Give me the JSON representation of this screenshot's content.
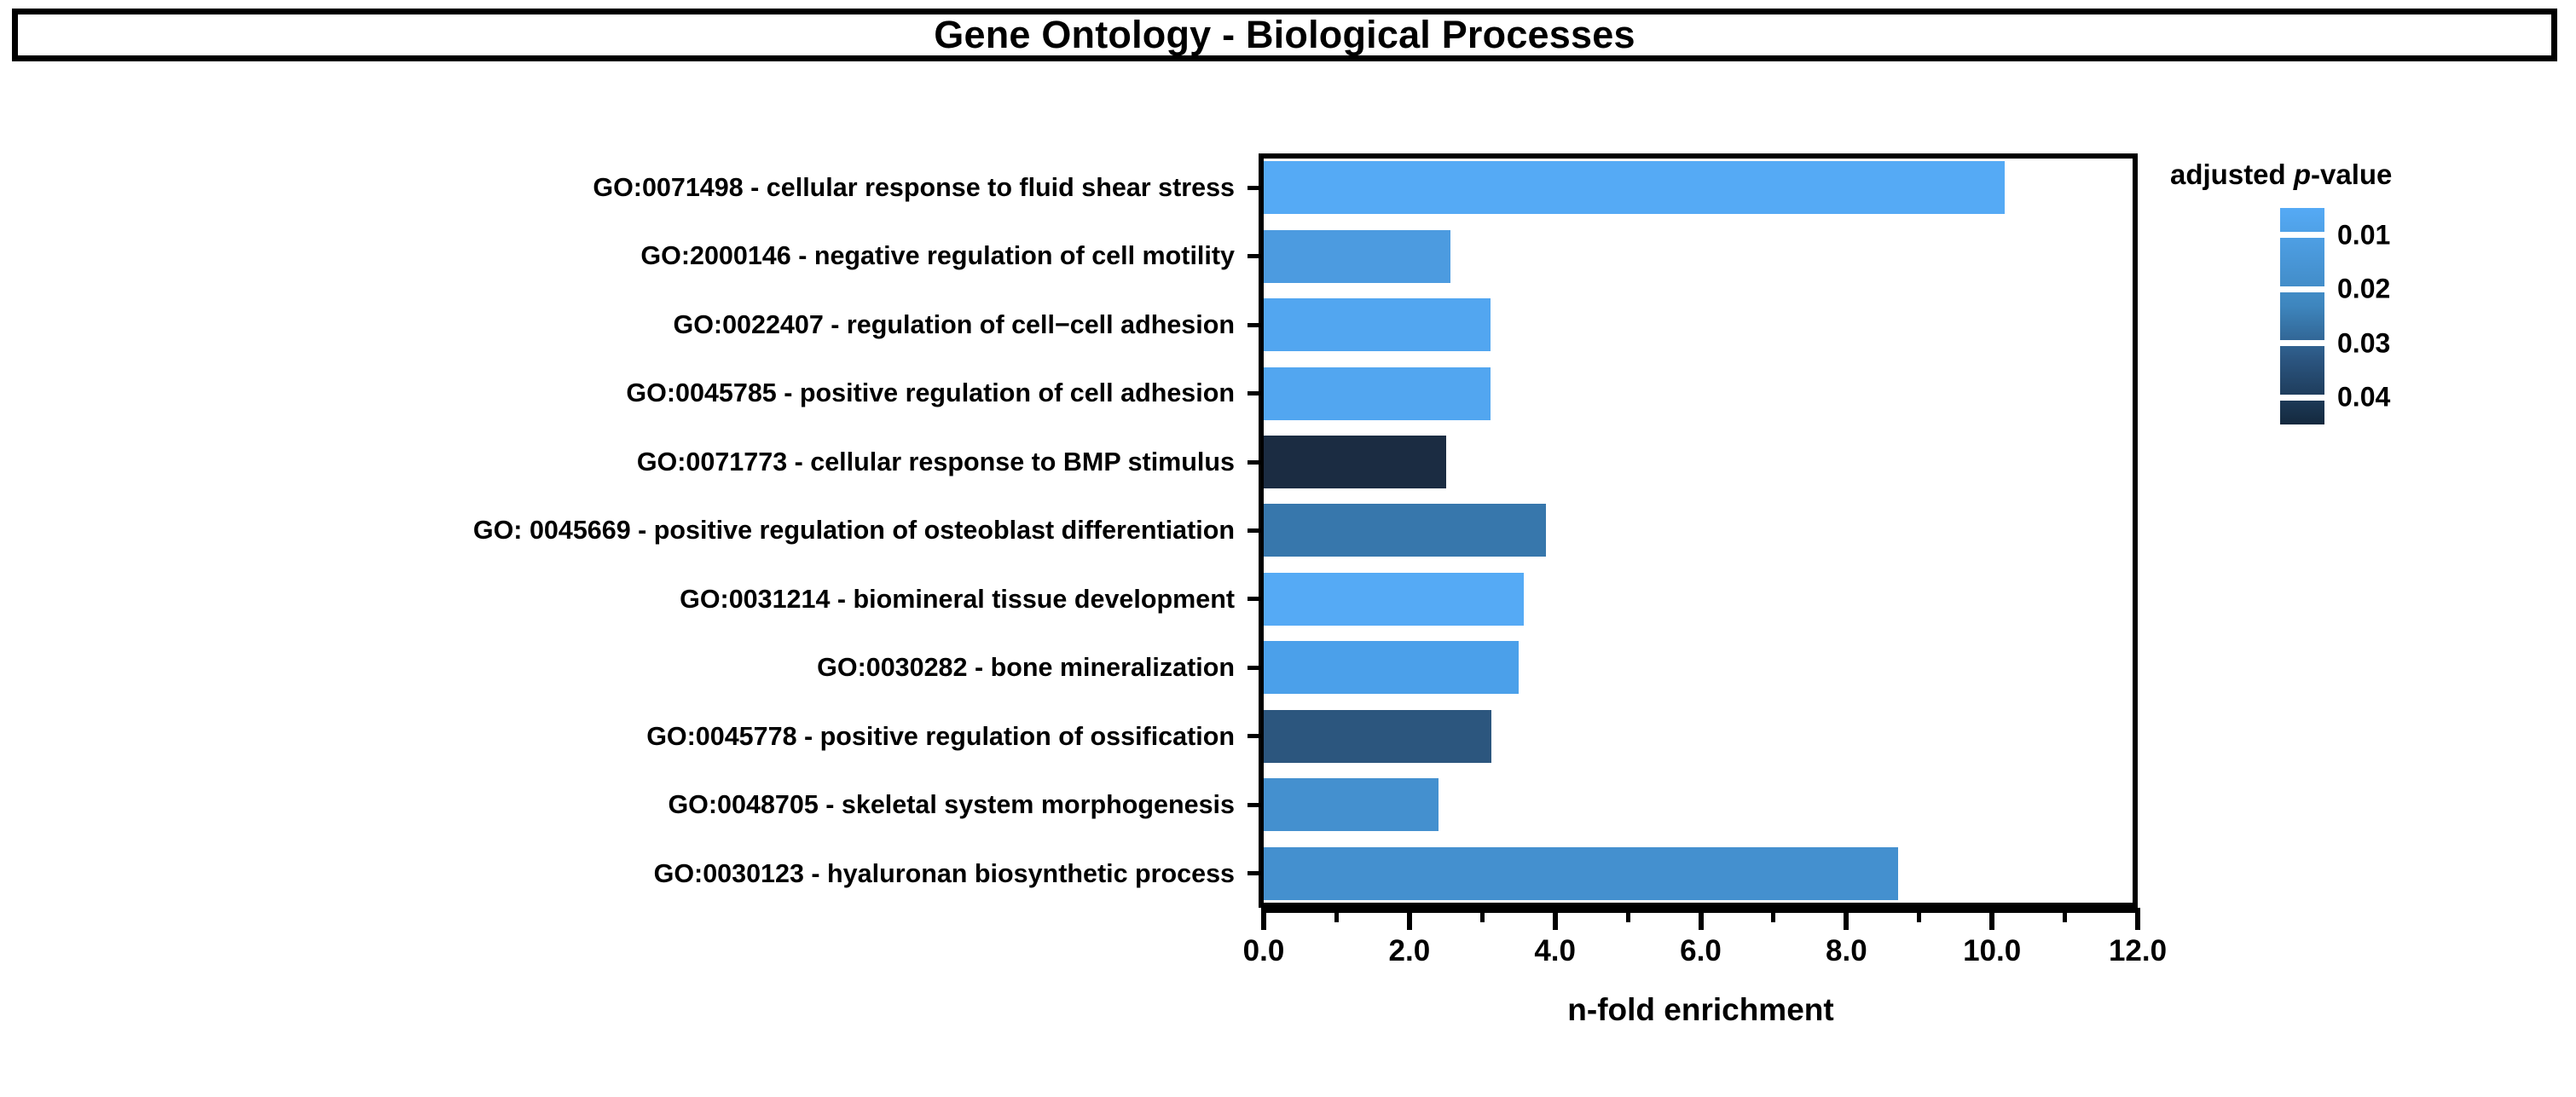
{
  "title": {
    "text": "Gene Ontology - Biological Processes"
  },
  "axes": {
    "xlabel": "n-fold enrichment",
    "xticks": [
      "0.0",
      "2.0",
      "4.0",
      "6.0",
      "8.0",
      "10.0",
      "12.0"
    ],
    "xtick_values": [
      0,
      2,
      4,
      6,
      8,
      10,
      12
    ],
    "xminor_values": [
      1,
      3,
      5,
      7,
      9,
      11
    ],
    "xlim": [
      0,
      12
    ]
  },
  "legend": {
    "title_prefix": "adjusted ",
    "title_italic": "p",
    "title_suffix": "-value",
    "ticks": [
      "0.01",
      "0.02",
      "0.03",
      "0.04"
    ],
    "tick_values": [
      0.01,
      0.02,
      0.03,
      0.04
    ],
    "range": [
      0.005,
      0.045
    ],
    "color_low": "#55AAF5",
    "color_high": "#14293E"
  },
  "chart_data": {
    "type": "bar",
    "orientation": "horizontal",
    "title": "Gene Ontology - Biological Processes",
    "xlabel": "n-fold enrichment",
    "ylabel": "",
    "xlim": [
      0,
      12
    ],
    "grid": false,
    "legend_position": "right",
    "colorbar_label": "adjusted p-value",
    "categories": [
      "GO:0071498 - cellular response to fluid shear stress",
      "GO:2000146 - negative regulation of cell motility",
      "GO:0022407 - regulation of cell−cell adhesion",
      "GO:0045785 - positive regulation of cell adhesion",
      "GO:0071773 - cellular response to BMP stimulus",
      "GO: 0045669 - positive regulation of osteoblast differentiation",
      "GO:0031214 - biomineral tissue development",
      "GO:0030282 - bone mineralization",
      "GO:0045778 - positive regulation of ossification",
      "GO:0048705 - skeletal system morphogenesis",
      "GO:0030123 - hyaluronan biosynthetic process"
    ],
    "values": [
      10.17,
      2.56,
      3.11,
      3.11,
      2.5,
      3.88,
      3.57,
      3.5,
      3.13,
      2.4,
      8.71
    ],
    "colors": [
      "#55AAF5",
      "#4C9BE0",
      "#52A6F0",
      "#52A6F0",
      "#1B2C42",
      "#3777AC",
      "#55AAF5",
      "#4BA0EA",
      "#2C567E",
      "#4490CF",
      "#4490CF"
    ],
    "bars": [
      {
        "label": "GO:0071498 - cellular response to fluid shear stress",
        "value": 10.17,
        "color": "#55AAF5"
      },
      {
        "label": "GO:2000146 - negative regulation of cell motility",
        "value": 2.56,
        "color": "#4C9BE0"
      },
      {
        "label": "GO:0022407 - regulation of cell−cell adhesion",
        "value": 3.11,
        "color": "#52A6F0"
      },
      {
        "label": "GO:0045785 - positive regulation of cell adhesion",
        "value": 3.11,
        "color": "#52A6F0"
      },
      {
        "label": "GO:0071773 - cellular response to BMP stimulus",
        "value": 2.5,
        "color": "#1B2C42"
      },
      {
        "label": "GO: 0045669 - positive regulation of osteoblast differentiation",
        "value": 3.88,
        "color": "#3777AC"
      },
      {
        "label": "GO:0031214 - biomineral tissue development",
        "value": 3.57,
        "color": "#55AAF5"
      },
      {
        "label": "GO:0030282 - bone mineralization",
        "value": 3.5,
        "color": "#4BA0EA"
      },
      {
        "label": "GO:0045778 - positive regulation of ossification",
        "value": 3.13,
        "color": "#2C567E"
      },
      {
        "label": "GO:0048705 - skeletal system morphogenesis",
        "value": 2.4,
        "color": "#4490CF"
      },
      {
        "label": "GO:0030123 - hyaluronan biosynthetic process",
        "value": 8.71,
        "color": "#4490CF"
      }
    ]
  }
}
